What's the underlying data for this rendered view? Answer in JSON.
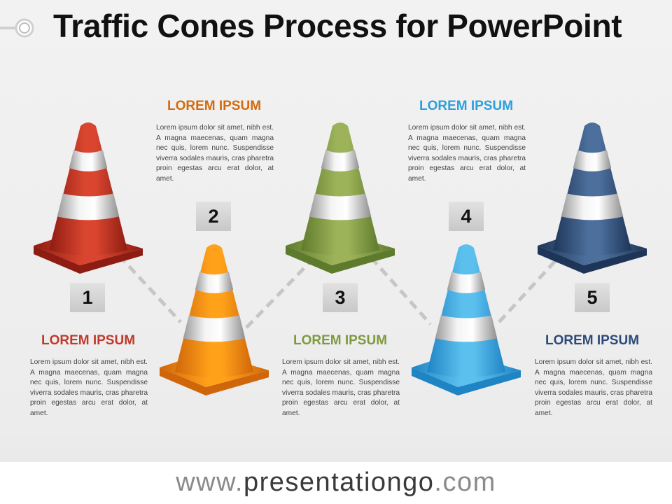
{
  "title": "Traffic Cones Process for PowerPoint",
  "footer": {
    "prefix": "www.",
    "domain": "presentationgo",
    "suffix": ".com"
  },
  "steps": [
    {
      "number": "1",
      "title": "LOREM IPSUM",
      "color": "#c0392b",
      "text": "Lorem ipsum dolor sit amet, nibh est. A magna maecenas, quam magna nec quis, lorem nunc. Suspendisse viverra sodales mauris, cras pharetra proin egestas arcu erat dolor, at amet."
    },
    {
      "number": "2",
      "title": "LOREM IPSUM",
      "color": "#d46a0c",
      "text": "Lorem ipsum dolor sit amet, nibh est. A magna maecenas, quam magna nec quis, lorem nunc. Suspendisse viverra sodales mauris, cras pharetra proin egestas arcu erat dolor, at amet."
    },
    {
      "number": "3",
      "title": "LOREM IPSUM",
      "color": "#7e9a3f",
      "text": "Lorem ipsum dolor sit amet, nibh est. A magna maecenas, quam magna nec quis, lorem nunc. Suspendisse viverra sodales mauris, cras pharetra proin egestas arcu erat dolor, at amet."
    },
    {
      "number": "4",
      "title": "LOREM IPSUM",
      "color": "#2e9fdc",
      "text": "Lorem ipsum dolor sit amet, nibh est. A magna maecenas, quam magna nec quis, lorem nunc. Suspendisse viverra sodales mauris, cras pharetra proin egestas arcu erat dolor, at amet."
    },
    {
      "number": "5",
      "title": "LOREM IPSUM",
      "color": "#2c4a78",
      "text": "Lorem ipsum dolor sit amet, nibh est. A magna maecenas, quam magna nec quis, lorem nunc. Suspendisse viverra sodales mauris, cras pharetra proin egestas arcu erat dolor, at amet."
    }
  ],
  "cone_colors": [
    {
      "light": "#d9452f",
      "dark": "#8e1c12"
    },
    {
      "light": "#ffa21a",
      "dark": "#d0660a"
    },
    {
      "light": "#9db35a",
      "dark": "#5e7a2c"
    },
    {
      "light": "#5cc0ee",
      "dark": "#1f84c4"
    },
    {
      "light": "#4c6f9c",
      "dark": "#1e3558"
    }
  ]
}
